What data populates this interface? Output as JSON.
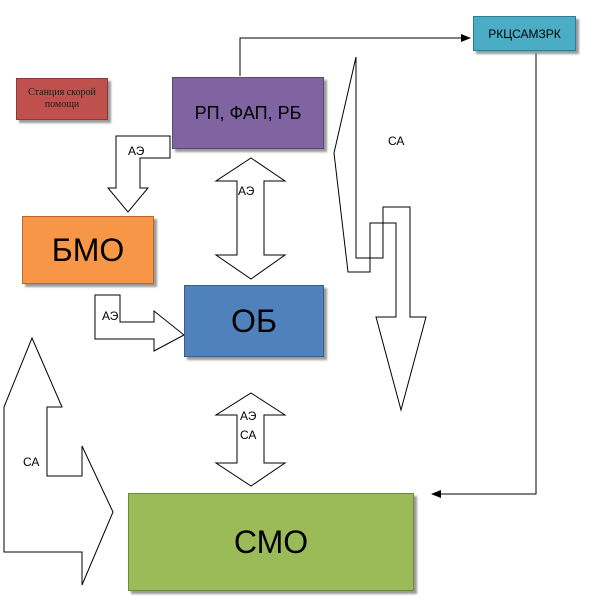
{
  "nodes": {
    "station": "Станция скорой помощи",
    "rp": "РП, ФАП, РБ",
    "rkc": "РКЦСАМЗРК",
    "bmo": "БМО",
    "ob": "ОБ",
    "smo": "СМО"
  },
  "labels": {
    "ae_rp_bmo": "АЭ",
    "ae_rp_ob": "АЭ",
    "ae_bmo_ob": "АЭ",
    "ae_ob_smo": "АЭ",
    "sa_ob_smo": "СА",
    "sa_right": "СА",
    "sa_left": "СА"
  },
  "colors": {
    "station": "#c0504d",
    "rp": "#8064a2",
    "rkc": "#4bacc6",
    "bmo": "#f79646",
    "ob": "#4f81bd",
    "smo": "#9bbb59"
  }
}
